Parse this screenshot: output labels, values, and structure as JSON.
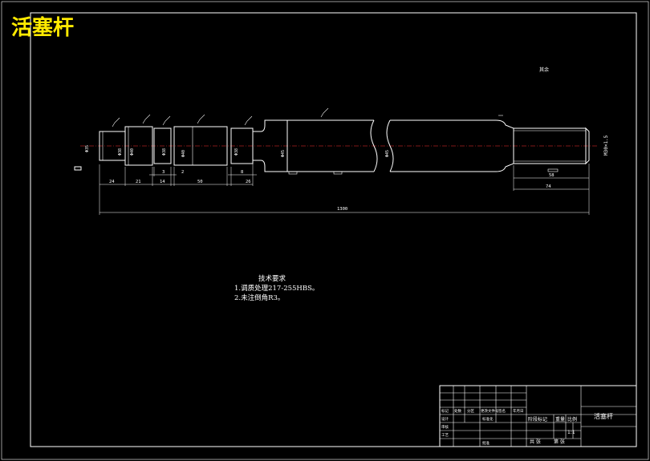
{
  "corner_title": "活塞杆",
  "roughness_note": "其余",
  "dims": {
    "d1": "24",
    "d2": "21",
    "d3": "14",
    "d4": "50",
    "d5": "26",
    "d6": "3",
    "d7": "2",
    "d8": "8",
    "d9": "74",
    "d10": "58",
    "overall": "1300",
    "thread": "M30×1.5"
  },
  "requirements": {
    "heading": "技术要求",
    "items": [
      "1.调质处理217-255HBS。",
      "2.未注倒角R3。"
    ]
  },
  "title_block": {
    "part_name": "活塞杆",
    "scale_header": "比例",
    "scale_value": "1:1",
    "stage_mark": "阶段标记",
    "weight": "重量",
    "sheet_total": "共 张",
    "sheet_no": "第 张",
    "rows": [
      "标记",
      "设计",
      "审核",
      "工艺"
    ],
    "cols": [
      "处数",
      "分区",
      "更改文件号",
      "签名",
      "年月日"
    ],
    "std_label": "标准化",
    "approve_label": "批准"
  },
  "colors": {
    "background": "#000000",
    "lines": "#ffffff",
    "title": "#ffea00",
    "centerline": "#ff3333"
  }
}
